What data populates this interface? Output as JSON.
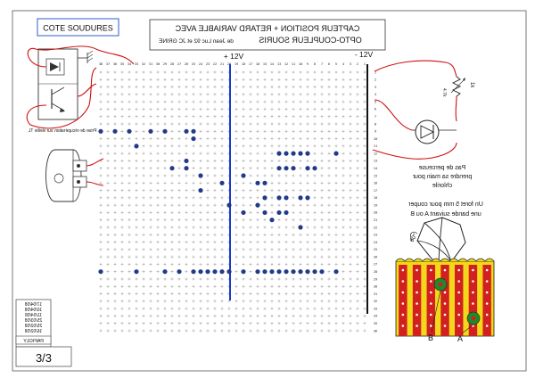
{
  "title": {
    "solder_side": "COTE SOUDURES",
    "line1": "CAPTEUR POSITION + RETARD VARIABLE AVEC",
    "line2": "OPTO-COUPLEUR SOURIS",
    "authors": "de Jean Luc 92 et JC GRINE"
  },
  "rails": {
    "plus": "+ 12V",
    "minus": "- 12V"
  },
  "grid": {
    "cols": 38,
    "rows": 36,
    "col_labels": [
      "38",
      "37",
      "36",
      "35",
      "34",
      "33",
      "32",
      "31",
      "30",
      "29",
      "28",
      "27",
      "26",
      "25",
      "24",
      "23",
      "22",
      "21",
      "20",
      "19",
      "18",
      "17",
      "16",
      "15",
      "14",
      "13",
      "12",
      "11",
      "10",
      "9",
      "8",
      "7",
      "6",
      "5",
      "4",
      "3",
      "2",
      "1"
    ],
    "row_labels": [
      "1",
      "2",
      "3",
      "4",
      "5",
      "6",
      "7",
      "8",
      "9",
      "10",
      "11",
      "12",
      "13",
      "14",
      "15",
      "16",
      "17",
      "18",
      "19",
      "20",
      "21",
      "22",
      "23",
      "24",
      "25",
      "26",
      "27",
      "28",
      "29",
      "30",
      "31",
      "32",
      "33",
      "34",
      "35",
      "36"
    ],
    "dots": [
      [
        1,
        9
      ],
      [
        3,
        9
      ],
      [
        5,
        9
      ],
      [
        8,
        9
      ],
      [
        10,
        9
      ],
      [
        13,
        9
      ],
      [
        14,
        9
      ],
      [
        14,
        10
      ],
      [
        6,
        11
      ],
      [
        26,
        12
      ],
      [
        27,
        12
      ],
      [
        28,
        12
      ],
      [
        29,
        12
      ],
      [
        30,
        12
      ],
      [
        34,
        12
      ],
      [
        13,
        13
      ],
      [
        11,
        14
      ],
      [
        13,
        14
      ],
      [
        26,
        14
      ],
      [
        27,
        14
      ],
      [
        28,
        14
      ],
      [
        30,
        14
      ],
      [
        31,
        14
      ],
      [
        15,
        15
      ],
      [
        21,
        15
      ],
      [
        18,
        16
      ],
      [
        23,
        16
      ],
      [
        24,
        16
      ],
      [
        15,
        17
      ],
      [
        24,
        18
      ],
      [
        26,
        18
      ],
      [
        27,
        18
      ],
      [
        29,
        18
      ],
      [
        30,
        18
      ],
      [
        19,
        19
      ],
      [
        23,
        19
      ],
      [
        21,
        20
      ],
      [
        24,
        20
      ],
      [
        26,
        20
      ],
      [
        27,
        20
      ],
      [
        25,
        21
      ],
      [
        29,
        22
      ],
      [
        1,
        28
      ],
      [
        6,
        28
      ],
      [
        10,
        28
      ],
      [
        12,
        28
      ],
      [
        14,
        28
      ],
      [
        15,
        28
      ],
      [
        16,
        28
      ],
      [
        17,
        28
      ],
      [
        18,
        28
      ],
      [
        19,
        28
      ],
      [
        21,
        28
      ],
      [
        23,
        28
      ],
      [
        24,
        28
      ],
      [
        25,
        28
      ],
      [
        26,
        28
      ],
      [
        27,
        28
      ],
      [
        28,
        28
      ],
      [
        29,
        28
      ],
      [
        30,
        28
      ],
      [
        31,
        28
      ],
      [
        32,
        28
      ],
      [
        34,
        28
      ]
    ]
  },
  "notes": {
    "left_jack": "Prise de récupération sur vieille TL",
    "fork_1": "Pas de perceuse",
    "fork_2": "prendre sa main pour",
    "fork_3": "chlorile",
    "drill_1": "Un foret 5 mm pour couper",
    "drill_2": "une bande suivant A ou B",
    "resistor": "1k",
    "resistor_small": "4.7k",
    "angle": "60°",
    "label_a": "A",
    "label_b": "B"
  },
  "revisions": [
    "17/04/08",
    "10/04/08",
    "11/04/08",
    "25/03/08",
    "25/02/08",
    "16/02/08"
  ],
  "author_box": "PAPIOLY",
  "page": "3/3",
  "colors": {
    "hole": "#223a8a",
    "plus_rail": "#1a3ad0",
    "minus_rail": "#111111",
    "wire": "#d01010",
    "grid_cross": "#8a8a8a",
    "strip_red": "#d22020",
    "strip_yellow": "#f2d71a",
    "via_green": "#1f8a2a"
  }
}
